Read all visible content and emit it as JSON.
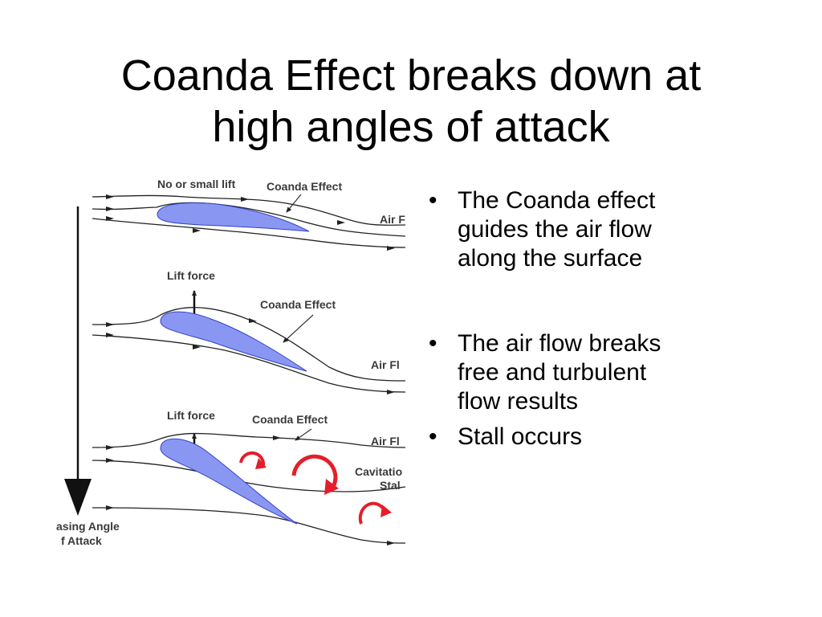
{
  "slide": {
    "title_line1": "Coanda Effect breaks down at",
    "title_line2": "high angles of attack"
  },
  "figure": {
    "panel1": {
      "label_lift": "No or small lift",
      "label_coanda": "Coanda Effect",
      "label_air": "Air F"
    },
    "panel2": {
      "label_lift": "Lift force",
      "label_coanda": "Coanda Effect",
      "label_air": "Air Fl"
    },
    "panel3": {
      "label_lift": "Lift force",
      "label_coanda": "Coanda Effect",
      "label_air": "Air Fl",
      "label_cav1": "Cavitatio",
      "label_cav2": "Stal"
    },
    "axis_label_line1": "asing Angle",
    "axis_label_line2": "f Attack",
    "colors": {
      "airfoil": "#8A97F2",
      "airfoil_stroke": "#3342c8",
      "vortex": "#E41E2A",
      "flow": "#222222"
    },
    "icons": [
      "flow-arrow-icon",
      "lift-arrow-icon",
      "vortex-icon",
      "down-arrow-icon"
    ]
  },
  "bullets": [
    {
      "lines": [
        "The Coanda effect",
        "guides the air flow",
        "along the surface"
      ]
    },
    {
      "lines": [
        "The air flow breaks",
        "free and turbulent",
        "flow results"
      ]
    },
    {
      "lines": [
        "Stall occurs"
      ]
    }
  ],
  "bullet_char": "•"
}
